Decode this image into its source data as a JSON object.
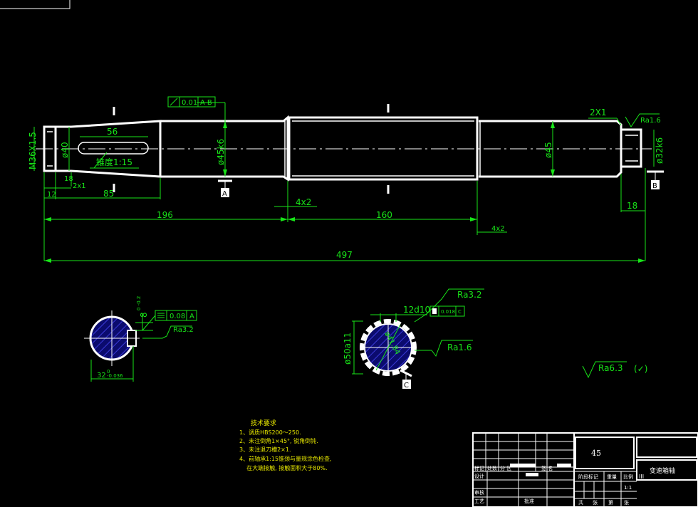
{
  "drawing": {
    "dims": {
      "thread": "M36X1.5",
      "d40": "ø40",
      "keyway_len": "56",
      "taper": "锥度1:15",
      "d45k6": "ø45k6",
      "d45": "ø45",
      "d32k6": "ø32k6",
      "chamfer_right": "2X1",
      "d18a": "18",
      "d2x1": "2x1",
      "d12": "12",
      "d85": "85",
      "d4x2a": "4x2",
      "d196": "196",
      "d160": "160",
      "d4x2b": "4x2",
      "d18b": "18",
      "d497": "497"
    },
    "gdt": {
      "runout_tol": "0.01",
      "runout_datum": "A-B",
      "sym_tol": "0.08",
      "sym_datum": "A",
      "spline_tol": "0.018",
      "spline_datum": "C"
    },
    "datums": {
      "a": "A",
      "b": "B",
      "c": "C"
    },
    "roughness": {
      "ra16_top": "Ra1.6",
      "ra32_section": "Ra3.2",
      "ra32_spline": "Ra3.2",
      "ra16_spline": "Ra1.6",
      "ra63_general": "Ra6.3",
      "ra63_paren": "(✓)"
    },
    "sections": {
      "depth": "8",
      "depth_tol": "0\n-0.2",
      "d32": "32",
      "d32_tol": "0\n-0.036",
      "spline_width": "12d10",
      "d50": "ø50a11",
      "d41": "ø41.84"
    },
    "notes": {
      "title": "技术要求",
      "lines": [
        "1、调质HBS200～250.",
        "2、未注倒角1×45°, 锐角倒钝.",
        "3、未注退刀槽2×1.",
        "4、前轴承1:15锥颈与量规涂色检查,",
        "    在大端接触, 接触面积大于80%."
      ]
    },
    "title_block": {
      "material": "45",
      "part_name": "变速箱轴",
      "code": "III",
      "scale": "1:1",
      "labels": {
        "mark": "标记",
        "count": "处数",
        "zone": "分 区",
        "sign": "签 名",
        "design": "设计",
        "review": "审核",
        "process": "工艺",
        "approve": "批准",
        "stage_mark": "阶段标记",
        "weight": "重量",
        "ratio": "比例",
        "total": "共",
        "sheet": "张",
        "page": "第",
        "page_unit": "张"
      }
    }
  }
}
